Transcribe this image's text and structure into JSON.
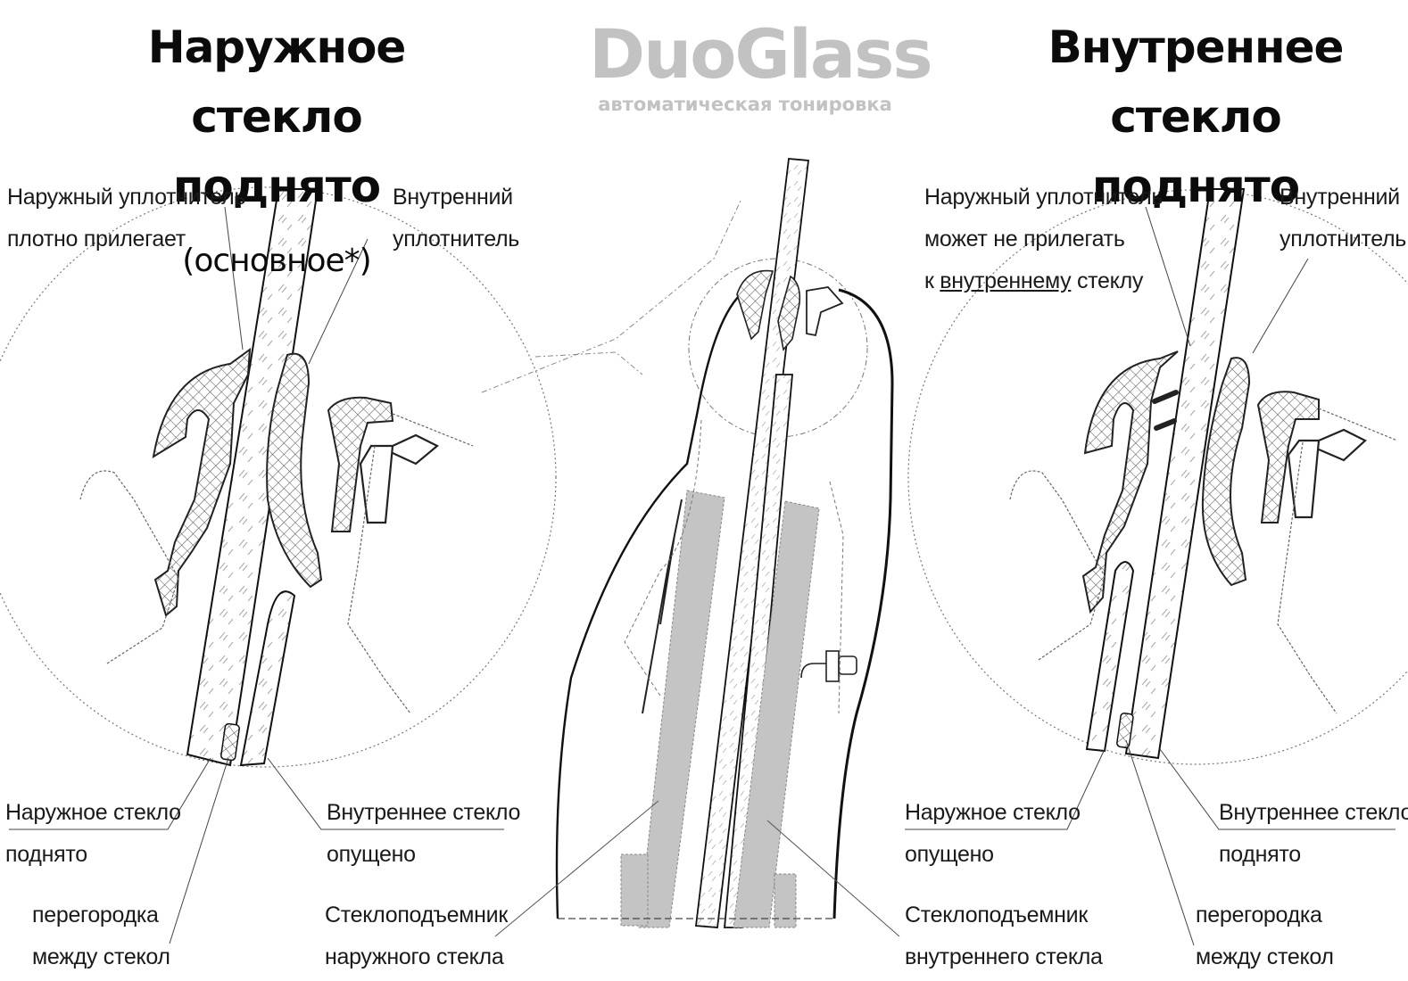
{
  "logo": {
    "brand": "DuoGlass",
    "tagline": "автоматическая тонировка",
    "color": "#c2c2c2"
  },
  "left_panel": {
    "title_line1": "Наружное стекло",
    "title_line2_main": "поднято",
    "title_line2_note": "(основное*)",
    "labels": {
      "outer_seal_line1": "Наружный уплотнитель",
      "outer_seal_line2": "плотно прилегает",
      "inner_seal_line1": "Внутренний",
      "inner_seal_line2": "уплотнитель",
      "outer_glass_line1": "Наружное стекло",
      "outer_glass_line2": "поднято",
      "inner_glass_line1": "Внутреннее стекло",
      "inner_glass_line2": "опущено",
      "partition_line1": "перегородка",
      "partition_line2": "между стекол"
    }
  },
  "center_panel": {
    "labels": {
      "outer_regulator_line1": "Стеклоподъемник",
      "outer_regulator_line2": "наружного стекла",
      "inner_regulator_line1": "Стеклоподъемник",
      "inner_regulator_line2": "внутреннего стекла"
    },
    "regulator_fill": "#c4c4c4"
  },
  "right_panel": {
    "title_line1": "Внутреннее стекло",
    "title_line2": "поднято",
    "labels": {
      "outer_seal_line1": "Наружный уплотнитель",
      "outer_seal_line2": "может не прилегать",
      "outer_seal_line3_prefix": "к",
      "outer_seal_line3_underlined": "внутреннему",
      "outer_seal_line3_suffix": "стеклу",
      "inner_seal_line1": "Внутренний",
      "inner_seal_line2": "уплотнитель",
      "outer_glass_line1": "Наружное стекло",
      "outer_glass_line2": "опущено",
      "inner_glass_line1": "Внутреннее стекло",
      "inner_glass_line2": "поднято",
      "partition_line1": "перегородка",
      "partition_line2": "между стекол"
    }
  }
}
